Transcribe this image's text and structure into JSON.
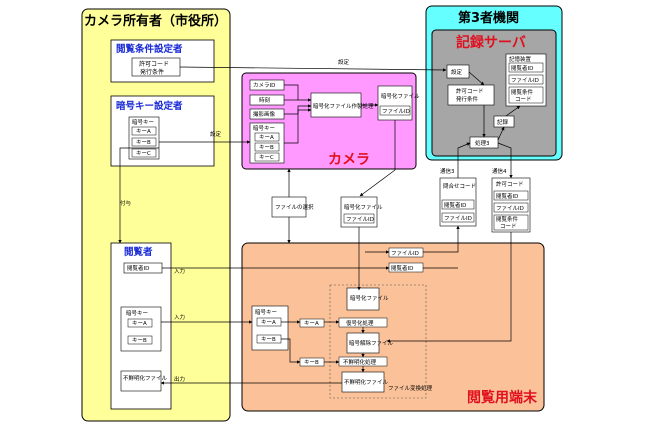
{
  "owner": {
    "title": "カメラ所有者（市役所）",
    "cond_setter": {
      "title": "閲覧条件設定者",
      "permit_code": "許可コード",
      "issue_cond": "発行条件"
    },
    "key_setter": {
      "title": "暗号キー設定者",
      "key_label": "暗号キー",
      "key_a": "キーA",
      "key_b": "キーB",
      "key_c": "キーC"
    },
    "grant_label": "付与"
  },
  "third": {
    "title": "第3者機関",
    "server_title": "記録サーバ",
    "setting": "設定",
    "permit_code": "許可コード",
    "issue_cond": "発行条件",
    "process3": "処理3",
    "record": "記録",
    "recorder": {
      "title": "記憶装置",
      "viewer_id": "閲覧者ID",
      "file_id": "ファイルID",
      "view_cond": "閲覧条件",
      "code": "コード"
    }
  },
  "camera": {
    "title": "カメラ",
    "camera_id": "カメラID",
    "time": "時刻",
    "image": "撮影画像",
    "key_label": "暗号キー",
    "key_a": "キーA",
    "key_b": "キーB",
    "key_c": "キーC",
    "enc_process": "暗号化ファイル作製処理",
    "enc_file": "暗号化ファイル",
    "file_id": "ファイルID"
  },
  "middle": {
    "setting_top": "設定",
    "setting_left": "設定",
    "file_select": "ファイルの選択",
    "enc_file": "暗号化ファイル",
    "file_id": "ファイルID",
    "comm3": "通信3",
    "comm4": "通信4",
    "inquiry": "問合せコード",
    "inq_viewer_id": "閲覧者ID",
    "inq_file_id": "ファイルID",
    "permit_code": "許可コード",
    "p_viewer_id": "閲覧者ID",
    "p_file_id": "ファイルID",
    "p_view_cond": "閲覧条件",
    "p_code": "コード"
  },
  "viewer": {
    "title": "閲覧者",
    "viewer_id": "閲覧者ID",
    "input1": "入力",
    "input2": "入力",
    "output": "出力",
    "key_label": "暗号キー",
    "key_a": "キーA",
    "key_b": "キーB",
    "unclear_file": "不鮮明化ファイル"
  },
  "terminal": {
    "title": "閲覧用端末",
    "file_id": "ファイルID",
    "viewer_id": "閲覧者ID",
    "key_label": "暗号キー",
    "key_a": "キーA",
    "key_b": "キーB",
    "key_a2": "キーA",
    "key_b2": "キーB",
    "enc_file": "暗号化ファイル",
    "decrypt_process": "復号化処理",
    "enc_removed_file": "暗号解除ファイル",
    "unclear_process": "不鮮明化処理",
    "unclear_file": "不鮮明化ファイル",
    "convert_process": "ファイル変換処理"
  },
  "colors": {
    "owner_bg": "#ffff99",
    "third_bg": "#66ffff",
    "server_bg": "#a6a6a6",
    "camera_bg": "#ff99ff",
    "terminal_bg": "#fbc29a",
    "title_blue": "#1a2bd6",
    "title_red": "#e0101e"
  }
}
